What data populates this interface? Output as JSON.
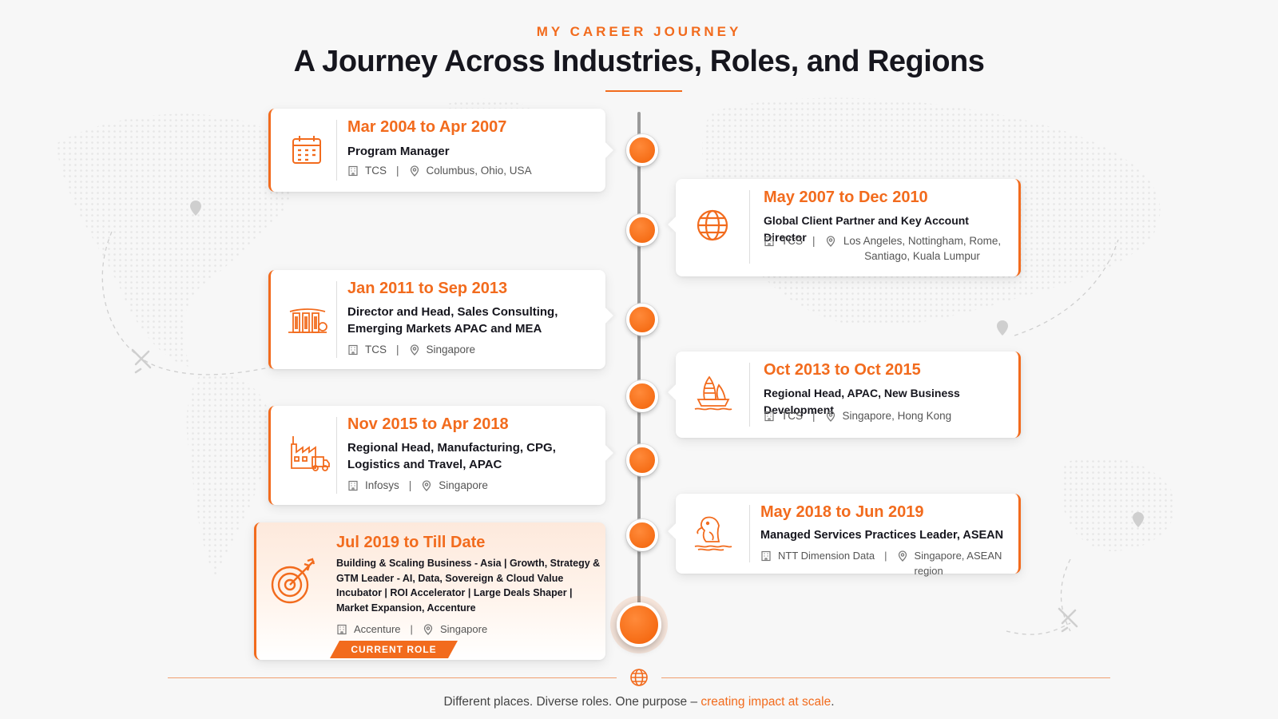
{
  "header": {
    "eyebrow": "MY CAREER JOURNEY",
    "title": "A Journey Across Industries, Roles, and Regions"
  },
  "colors": {
    "accent": "#f26b1d",
    "title": "#16161e",
    "text": "#555555"
  },
  "timeline": [
    {
      "period": "Mar 2004  to Apr 2007",
      "role": "Program Manager",
      "company": "TCS",
      "location": "Columbus, Ohio, USA",
      "icon": "calendar-icon"
    },
    {
      "period": "May 2007 to Dec 2010",
      "role": "Global Client Partner and Key Account Director",
      "company": "TCS",
      "location": "Los Angeles, Nottingham, Rome, Santiago, Kuala Lumpur",
      "icon": "globe-icon"
    },
    {
      "period": "Jan 2011 to Sep 2013",
      "role": "Director and Head, Sales Consulting, Emerging Markets APAC and MEA",
      "company": "TCS",
      "location": "Singapore",
      "icon": "marina-bay-sands-icon"
    },
    {
      "period": "Oct 2013 to Oct 2015",
      "role": "Regional Head, APAC, New Business Development",
      "company": "TCS",
      "location": "Singapore, Hong Kong",
      "icon": "junk-boat-icon"
    },
    {
      "period": "Nov 2015 to Apr 2018",
      "role": "Regional Head, Manufacturing, CPG, Logistics and Travel, APAC",
      "company": "Infosys",
      "location": "Singapore",
      "icon": "factory-icon"
    },
    {
      "period": "May 2018 to Jun 2019",
      "role": "Managed Services Practices Leader, ASEAN",
      "company": "NTT Dimension Data",
      "location": "Singapore, ASEAN region",
      "icon": "merlion-icon"
    },
    {
      "period": "Jul 2019 to Till Date",
      "role": "Building & Scaling Business - Asia | Growth, Strategy & GTM Leader - AI, Data, Sovereign & Cloud Value Incubator | ROI Accelerator | Large Deals Shaper | Market Expansion, Accenture",
      "company": "Accenture",
      "location": "Singapore",
      "icon": "target-arrow-icon",
      "badge": "CURRENT ROLE"
    }
  ],
  "footer": {
    "tagline_prefix": "Different places. Diverse roles. One purpose – ",
    "tagline_highlight": "creating impact at scale",
    "tagline_suffix": "."
  }
}
